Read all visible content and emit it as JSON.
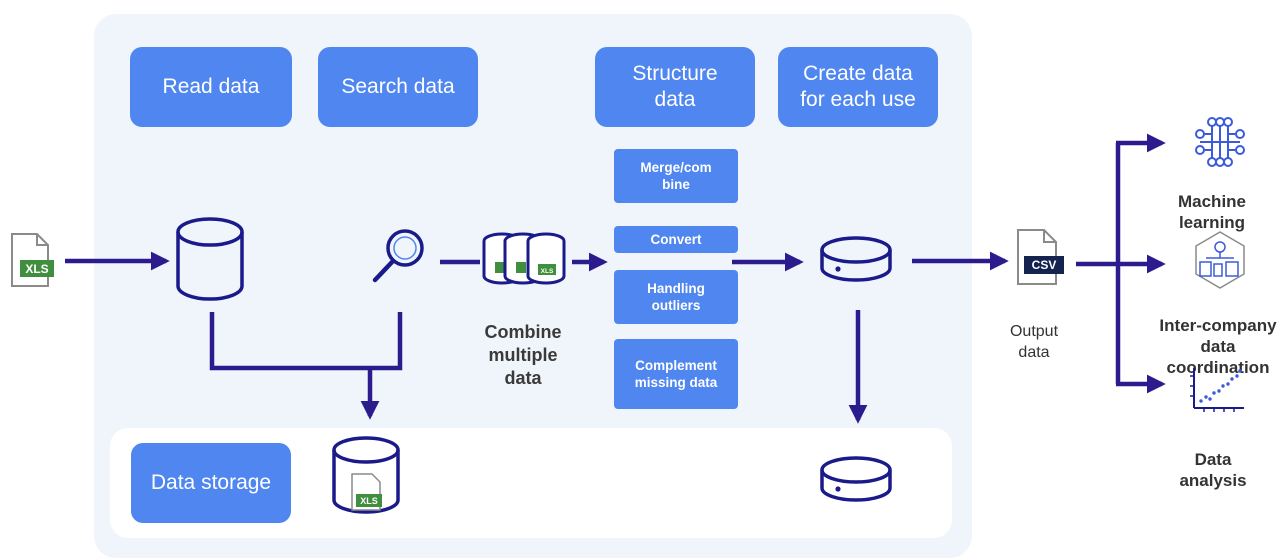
{
  "stages": {
    "read": "Read data",
    "search": "Search data",
    "structure": "Structure\ndata",
    "create": "Create data\nfor each use",
    "storage": "Data storage"
  },
  "operations": [
    "Merge/com\nbine",
    "Convert",
    "Handling\noutliers",
    "Complement\nmissing data"
  ],
  "combine_caption": "Combine\nmultiple\ndata",
  "file_badges": {
    "input": "XLS",
    "output": "CSV"
  },
  "output_caption": "Output\ndata",
  "destinations": {
    "ml": "Machine\nlearning",
    "intercompany": "Inter-company\ndata\ncoordination",
    "analysis": "Data\nanalysis"
  },
  "colors": {
    "panel": "#eff5fa",
    "box": "#4f86f0",
    "arrow": "#2b1b8c",
    "icon": "#1a1a8a"
  }
}
